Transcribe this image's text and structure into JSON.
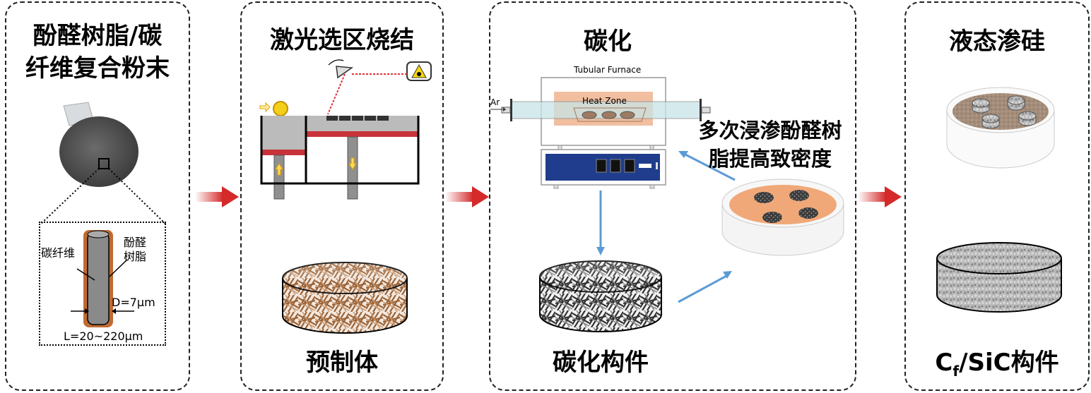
{
  "steps": [
    {
      "title_line1": "酚醛树脂/碳",
      "title_line2": "纤维复合粉末",
      "inset": {
        "fiber_label": "碳纤维",
        "resin_label_line1": "酚醛",
        "resin_label_line2": "树脂",
        "diameter": "D=7μm",
        "length": "L=20~220μm"
      }
    },
    {
      "title": "激光选区烧结",
      "product_label": "预制体"
    },
    {
      "title": "碳化",
      "furnace_label": "Tubular Furnace",
      "heat_zone_label": "Heat Zone",
      "gas_label": "Ar",
      "product_label": "碳化构件",
      "densify_line1": "多次浸渗酚醛树",
      "densify_line2": "脂提高致密度"
    },
    {
      "title": "液态渗硅",
      "product_label_main": "C",
      "product_label_sub": "f",
      "product_label_rest": "/SiC构件"
    }
  ],
  "colors": {
    "flow_arrow": "#d42a2a",
    "loop_arrow": "#5b9bd5",
    "resin": "#c06a32",
    "furnace_panel": "#1f3d8c",
    "heat_zone": "#f0b896",
    "tube": "#c8e4e6",
    "sls_bed_red": "#c8323a"
  }
}
